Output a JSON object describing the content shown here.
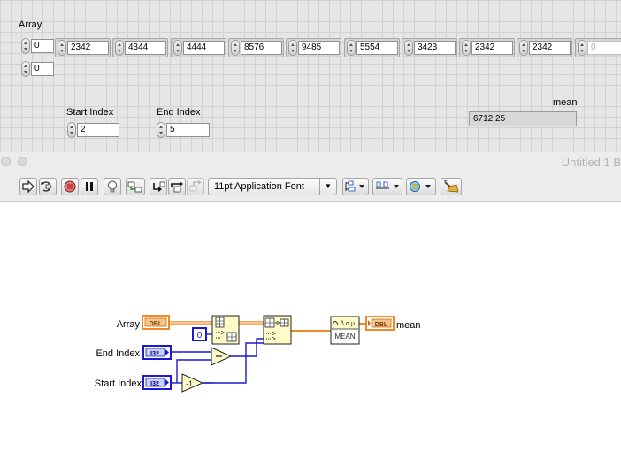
{
  "front_panel": {
    "array_label": "Array",
    "array_index_0": "0",
    "array_index_1": "0",
    "array_values": [
      "2342",
      "4344",
      "4444",
      "8576",
      "9485",
      "5554",
      "3423",
      "2342",
      "2342",
      "0"
    ],
    "start_index_label": "Start Index",
    "start_index_value": "2",
    "end_index_label": "End Index",
    "end_index_value": "5",
    "mean_label": "mean",
    "mean_value": "6712.25"
  },
  "window": {
    "title": "Untitled 1 B"
  },
  "toolbar": {
    "font_select": "11pt Application Font"
  },
  "block_diagram": {
    "array_label": "Array",
    "end_index_label": "End Index",
    "start_index_label": "Start Index",
    "mean_label": "mean",
    "dbl_tag": "DBL",
    "i32_tag": "I32",
    "const_zero": "0",
    "decrement_symbol": "-1",
    "mean_vi_label": "MEAN",
    "mean_vi_symbols": "/\\ σ μ"
  },
  "colors": {
    "orange_wire": "#f08a24",
    "blue_wire": "#1a1ad0",
    "vi_fill": "#fffbc8"
  }
}
